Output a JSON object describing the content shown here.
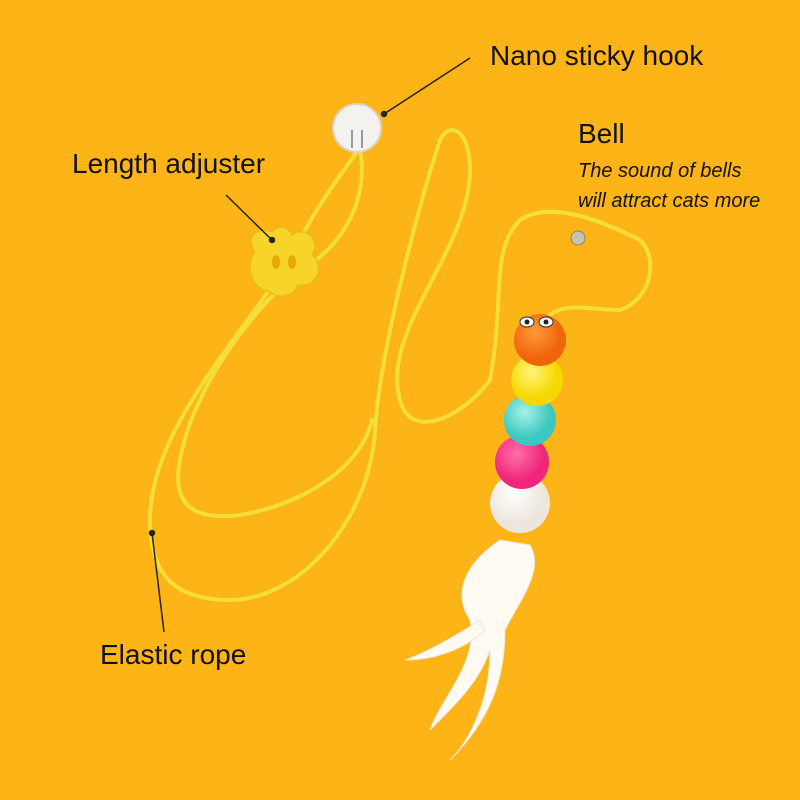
{
  "labels": {
    "hook": "Nano sticky hook",
    "bell": "Bell",
    "bell_note_1": "The sound of bells",
    "bell_note_2": "will attract cats more",
    "adjuster": "Length adjuster",
    "rope": "Elastic rope"
  },
  "colors": {
    "background": "#fcb416",
    "rope": "#f4de3a",
    "adjuster": "#f7d42a"
  }
}
